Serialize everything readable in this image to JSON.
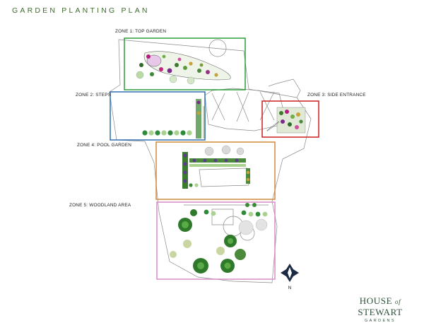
{
  "title": "GARDEN PLANTING PLAN",
  "zones": [
    {
      "label": "ZONE 1: TOP GARDEN",
      "color": "#2e9e3a"
    },
    {
      "label": "ZONE 2: STEPS",
      "color": "#2f6fb3"
    },
    {
      "label": "ZONE 3: SIDE ENTRANCE",
      "color": "#cc1f1f"
    },
    {
      "label": "ZONE 4: POOL GARDEN",
      "color": "#d08a3a"
    },
    {
      "label": "ZONE 5: WOODLAND AREA",
      "color": "#d98ac9"
    }
  ],
  "compass": {
    "letter": "N"
  },
  "logo": {
    "brand": "HOUSE",
    "of": "of",
    "name": "STEWART",
    "sub": "GARDENS"
  }
}
